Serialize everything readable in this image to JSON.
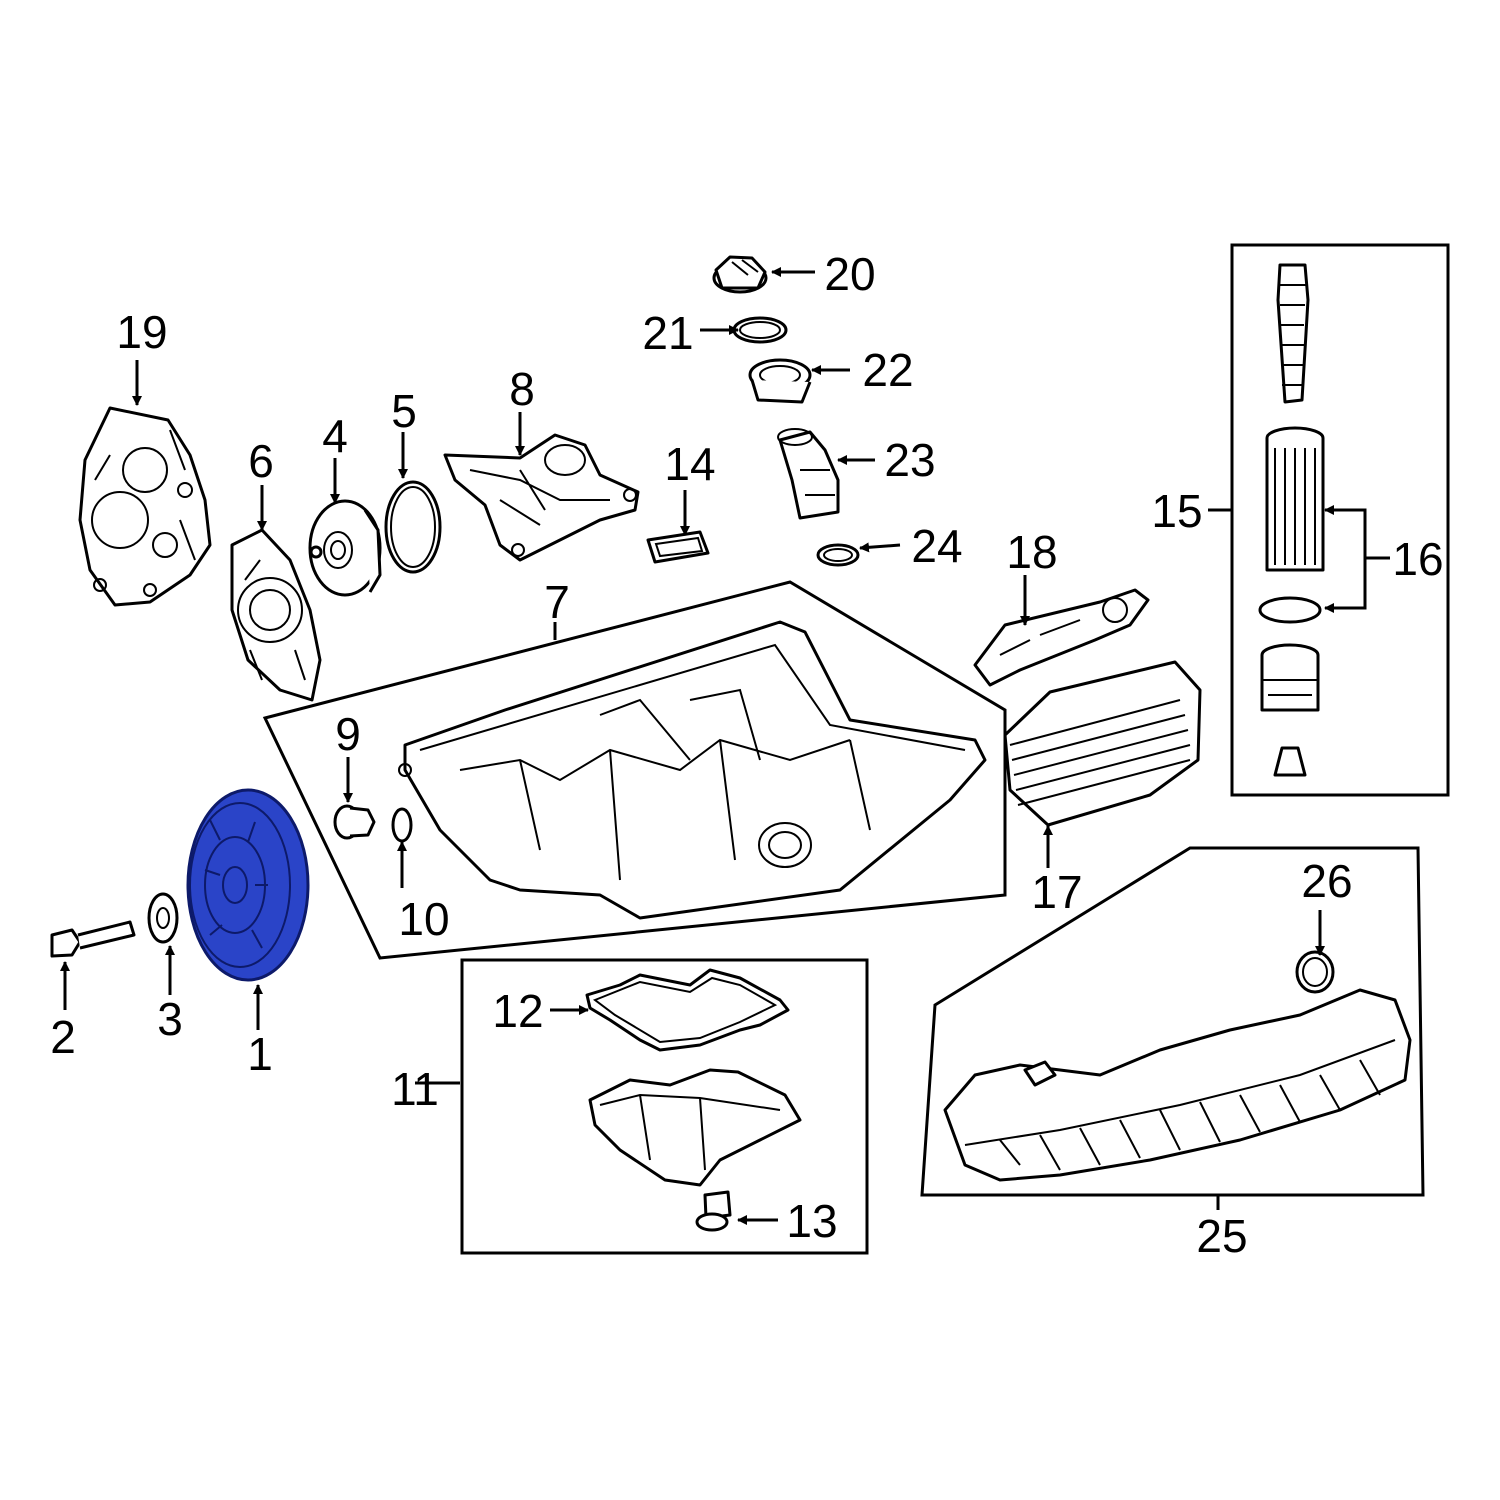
{
  "callouts": {
    "c1": "1",
    "c2": "2",
    "c3": "3",
    "c4": "4",
    "c5": "5",
    "c6": "6",
    "c7": "7",
    "c8": "8",
    "c9": "9",
    "c10": "10",
    "c11": "11",
    "c12": "12",
    "c13": "13",
    "c14": "14",
    "c15": "15",
    "c16": "16",
    "c17": "17",
    "c18": "18",
    "c19": "19",
    "c20": "20",
    "c21": "21",
    "c22": "22",
    "c23": "23",
    "c24": "24",
    "c25": "25",
    "c26": "26"
  },
  "highlighted_part": "1",
  "colors": {
    "highlight": "#2a44c8",
    "line": "#000000",
    "background": "#ffffff"
  }
}
